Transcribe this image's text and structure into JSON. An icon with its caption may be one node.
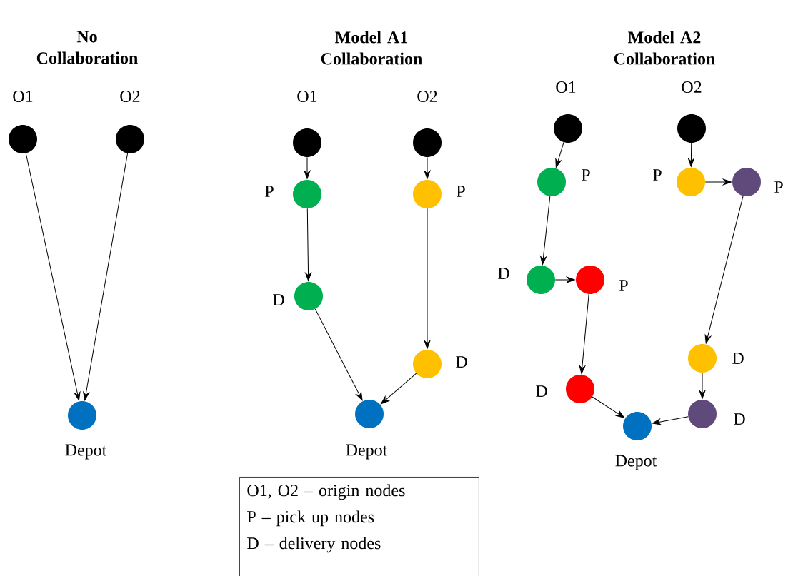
{
  "diagram": {
    "nodes": [
      {
        "text": [],
        "shape": "circle",
        "beside": [
          "O1"
        ]
      },
      {
        "text": [],
        "shape": "circle",
        "beside": [
          "O2"
        ]
      },
      {
        "text": [],
        "shape": "circle",
        "beside": [
          "Depot"
        ]
      },
      {
        "text": [],
        "shape": "circle",
        "beside": [
          "O1"
        ]
      },
      {
        "text": [],
        "shape": "circle",
        "beside": [
          "O2"
        ]
      },
      {
        "text": [],
        "shape": "circle",
        "beside": [
          "P"
        ]
      },
      {
        "text": [],
        "shape": "circle",
        "beside": [
          "P"
        ]
      },
      {
        "text": [],
        "shape": "circle",
        "beside": [
          "D"
        ]
      },
      {
        "text": [],
        "shape": "circle",
        "beside": [
          "D"
        ]
      },
      {
        "text": [],
        "shape": "circle",
        "beside": [
          "Depot"
        ]
      },
      {
        "text": [],
        "shape": "circle",
        "beside": [
          "O1"
        ]
      },
      {
        "text": [],
        "shape": "circle",
        "beside": [
          "O2"
        ]
      },
      {
        "text": [],
        "shape": "circle",
        "beside": [
          "P"
        ]
      },
      {
        "text": [],
        "shape": "circle",
        "beside": [
          "P"
        ]
      },
      {
        "text": [],
        "shape": "circle",
        "beside": [
          "P"
        ]
      },
      {
        "text": [],
        "shape": "circle",
        "beside": [
          "D"
        ]
      },
      {
        "text": [],
        "shape": "circle",
        "beside": [
          "P"
        ]
      },
      {
        "text": [],
        "shape": "circle",
        "beside": [
          "D"
        ]
      },
      {
        "text": [],
        "shape": "circle",
        "beside": [
          "D"
        ]
      },
      {
        "text": [],
        "shape": "circle",
        "beside": [
          "D"
        ]
      },
      {
        "text": [],
        "shape": "circle",
        "beside": [
          "Depot"
        ]
      },
      {
        "text": [
          "O1, O2 – origin nodes",
          "P – pick up nodes",
          "D – delivery nodes"
        ]
      }
    ],
    "edges": [
      {
        "from": 0,
        "to": 2,
        "arrow": "to"
      },
      {
        "from": 1,
        "to": 2,
        "arrow": "to"
      },
      {
        "from": 3,
        "to": 5,
        "arrow": "to"
      },
      {
        "from": 5,
        "to": 7,
        "arrow": "to"
      },
      {
        "from": 7,
        "to": 9,
        "arrow": "to"
      },
      {
        "from": 4,
        "to": 6,
        "arrow": "to"
      },
      {
        "from": 6,
        "to": 8,
        "arrow": "to"
      },
      {
        "from": 8,
        "to": 9,
        "arrow": "to"
      },
      {
        "from": 10,
        "to": 12,
        "arrow": "to"
      },
      {
        "from": 12,
        "to": 15,
        "arrow": "to"
      },
      {
        "from": 15,
        "to": 16,
        "arrow": "to"
      },
      {
        "from": 16,
        "to": 18,
        "arrow": "to"
      },
      {
        "from": 18,
        "to": 20,
        "arrow": "to"
      },
      {
        "from": 11,
        "to": 13,
        "arrow": "to"
      },
      {
        "from": 13,
        "to": 14,
        "arrow": "to"
      },
      {
        "from": 14,
        "to": 17,
        "arrow": "to"
      },
      {
        "from": 17,
        "to": 19,
        "arrow": "to"
      },
      {
        "from": 19,
        "to": 20,
        "arrow": "to"
      }
    ],
    "labels": [
      "No Collaboration",
      "Model A1 Collaboration",
      "Model A2 Collaboration"
    ]
  }
}
